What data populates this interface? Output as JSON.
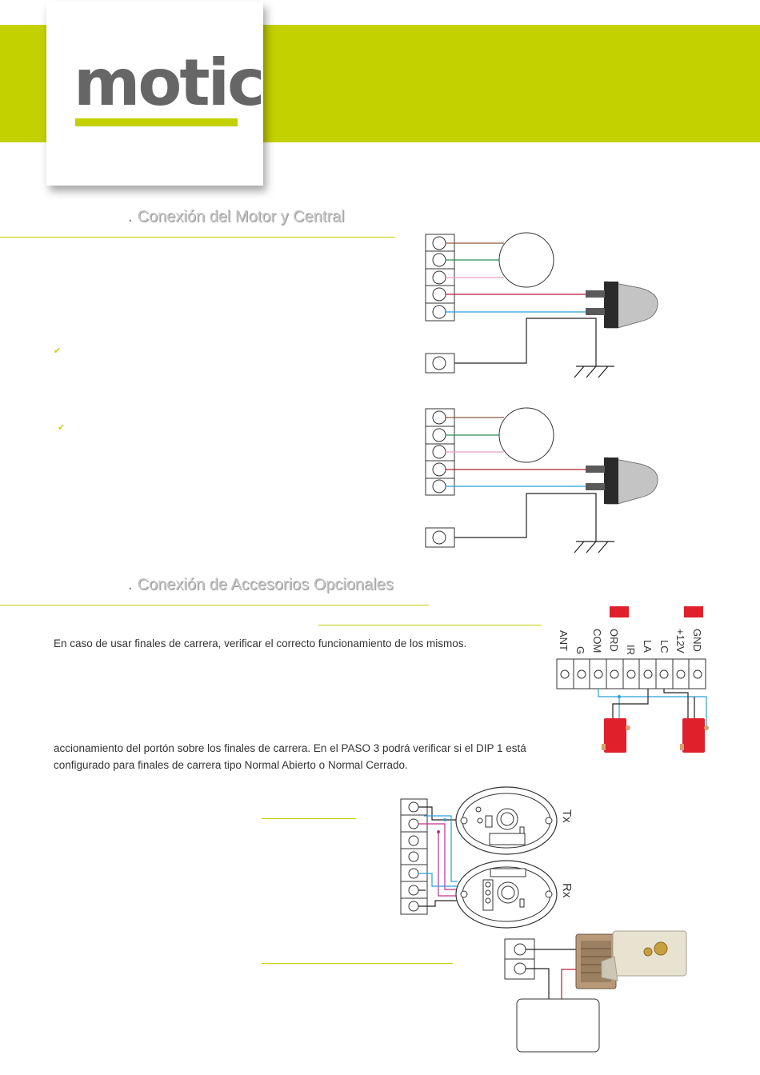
{
  "brand": {
    "logo_text": "motic",
    "accent_color": "#c3d100",
    "text_gray": "#666666"
  },
  "section1": {
    "number": ".",
    "title": "Conexión del Motor y Central"
  },
  "section2": {
    "number": ".",
    "title": "Conexión de Accesorios Opcionales"
  },
  "checkmarks": [
    "✔",
    "✔"
  ],
  "limit_switch": {
    "para1": "En caso de usar finales de carrera, verificar el correcto funcionamiento de los mismos.",
    "para2_line1": "accionamiento del portón sobre los finales de carrera. En el PASO 3 podrá verificar si el DIP 1 está",
    "para2_line2": "configurado para finales de carrera tipo Normal Abierto o Normal Cerrado.",
    "terminal_labels": [
      "ANT",
      "G",
      "COM",
      "ORD",
      "IR",
      "LA",
      "LC",
      "+12V",
      "GND"
    ]
  },
  "photocell": {
    "tx_label": "Tx",
    "rx_label": "Rx"
  },
  "colors": {
    "brown": "#8b5a3c",
    "green": "#2e8b57",
    "pink": "#e8a0c8",
    "red": "#b02030",
    "blue": "#2a9fd6",
    "black": "#222222",
    "magenta": "#c0308a",
    "switch_red": "#e0202a"
  }
}
